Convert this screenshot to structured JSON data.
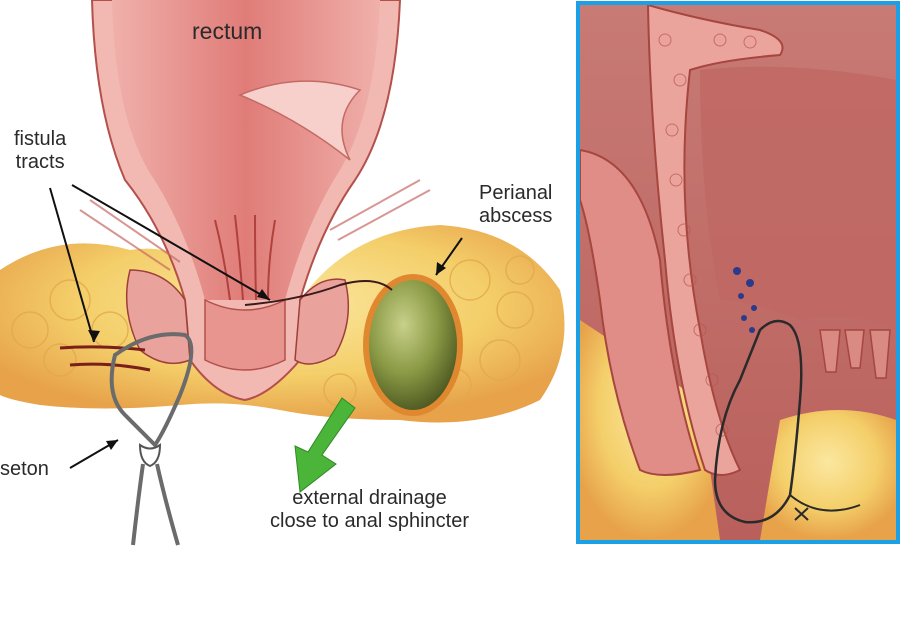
{
  "labels": {
    "rectum": "rectum",
    "fistula_line1": "fistula",
    "fistula_line2": "tracts",
    "abscess_line1": "Perianal",
    "abscess_line2": "abscess",
    "seton": "seton",
    "drainage_line1": "external drainage",
    "drainage_line2": "close to anal sphincter"
  },
  "colors": {
    "inset_border": "#1aa0e6",
    "tissue_pink": "#e98a8a",
    "rectum_inner": "#d9726f",
    "fat_yellow": "#f4cf6a",
    "abscess_green": "#7d8f3c",
    "drain_arrow": "#4bb53a"
  },
  "icons": {
    "drainage_arrow": "down-arrow-icon",
    "seton_loop": "seton-loop-icon"
  }
}
